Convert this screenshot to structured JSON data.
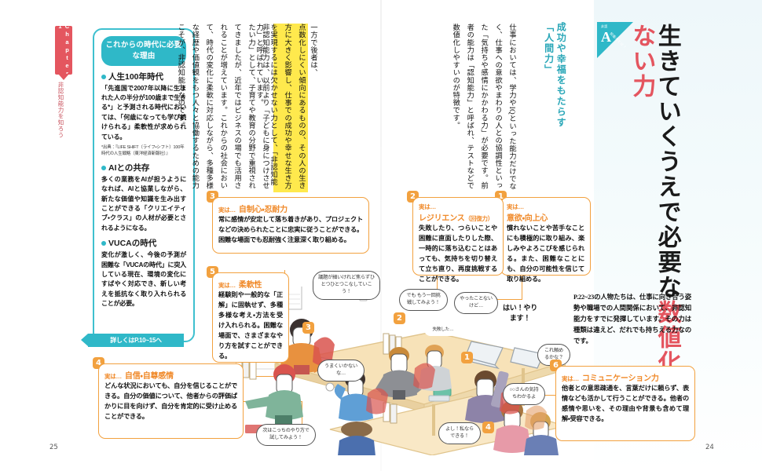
{
  "spread": {
    "left_page_number": "25",
    "right_page_number": "24"
  },
  "chapter_tab": {
    "label": "Chapter 1",
    "subtitle": "非認知能力を知ろう"
  },
  "headline": {
    "badge_letter": "A",
    "badge_top_label": "非認",
    "badge_side_label": "知能力とは？",
    "subtitle_line1": "成功や幸福をもたらす",
    "subtitle_line2": "「人間力」",
    "main_black_1": "生きていくうえで必要な",
    "main_red": "数値化できない力"
  },
  "body_text": {
    "col1": "仕事においては、学力やIQといった能力だけでなく、仕事への意欲やまわりの人との協調性といった「気持ちや感情にかかわる力」が必要です。前者の能力は「認知能力」と呼ばれ、テストなどで数値化しやすいのが特徴です。",
    "col2_plain": "一方で後者は、",
    "col2_hl": "点数化しにくい傾向にあるものの、その人の生き方に大きく影響し、仕事での成功や幸せな生き方を実現するには欠かせない力として、「非認知能力」と呼ばれています。",
    "col3": "非認知能力は、以前より「子どもに身につけさせたい力」として、子育てや教育の分野で重視されてきましたが、近年ではビジネスの場でも活用されることが増えています。これからの社会において、時代の変化に柔軟に対応しながら、多種多様な経歴や価値観をもつ人々と協働するための能力こそが、非認知能力なのです。"
  },
  "blue_box": {
    "header": "これからの時代に必要な理由",
    "items": [
      {
        "title": "人生100年時代",
        "body": "「先進国で2007年以降に生まれた人の半分が100歳まで生きる*」と予測される時代においては、「何歳になっても学び続けられる」柔軟性が求められている。",
        "note": "*出典：『LIFE SHIFT（ライフ・シフト）100年時代の人生戦略（東洋経済新報社）』"
      },
      {
        "title": "AIとの共存",
        "body": "多くの業務をAIが担うようになれば、AIと協業しながら、新たな価値や知識を生み出すことができる「クリエイティブ・クラス」の人材が必要とされるようになる。",
        "note": ""
      },
      {
        "title": "VUCAの時代",
        "body": "変化が激しく、今後の予測が困難な「VUCAの時代」に突入している現在、環境の変化にすばやく対応でき、新しい考えを抵抗なく取り入れられることが必要。",
        "note": ""
      }
    ],
    "more_link": "詳しくはP.10~15へ"
  },
  "lead_right": "P.22~23の人物たちは、仕事に向き合う姿勢や職場での人間関係において、非認知能力をすでに発揮しています。その力は種類は違えど、だれでも持ちえる力なのです。",
  "cards": [
    {
      "num": "1",
      "kicker": "実は…",
      "title": "意欲・向上心",
      "subtitle": "",
      "body": "慣れないことや苦手なことにも積極的に取り組み、楽しみやよろこびを感じられる。また、困難なことにも、自分の可能性を信じて取り組める。"
    },
    {
      "num": "2",
      "kicker": "実は…",
      "title": "レジリエンス",
      "subtitle": "（回復力）",
      "body": "失敗したり、つらいことや困難に直面したりした際、一時的に落ち込むことはあっても、気持ちを切り替えて立ち直り、再度挑戦することができる。"
    },
    {
      "num": "3",
      "kicker": "実は…",
      "title": "自制心・忍耐力",
      "subtitle": "",
      "body": "常に感情が安定して落ち着きがあり、プロジェクトなどの決められたことに忠実に従うことができる。困難な場面でも忍耐強く注意深く取り組める。"
    },
    {
      "num": "4",
      "kicker": "実は…",
      "title": "自信・自尊感情",
      "subtitle": "",
      "body": "どんな状況においても、自分を信じることができる。自分の価値について、他者からの評価ばかりに目を向けず、自分を肯定的に受け止めることができる。"
    },
    {
      "num": "5",
      "kicker": "実は…",
      "title": "柔軟性",
      "subtitle": "",
      "body": "経験則や一般的な「正解」に固執せず、多種多様な考え・方法を受け入れられる。困難な場面で、さまざまなやり方を試すことができる。"
    },
    {
      "num": "6",
      "kicker": "実は…",
      "title": "コミュニケーション力",
      "subtitle": "",
      "body": "他者との意思疎通を、言葉だけに頼らず、表情なども活かして行うことができる。他者の感情や思いを、その理由や背景も含めて理解・受容できる。"
    }
  ],
  "speech_bubbles": [
    {
      "id": "b3",
      "text": "議題が細いけれど焦らずひとつひとつこなしていこう！"
    },
    {
      "id": "b2",
      "text": "でも もう一回挑戦してみよう！"
    },
    {
      "id": "b2b",
      "text": "失敗した…"
    },
    {
      "id": "b1",
      "text": "やったことないけど…"
    },
    {
      "id": "b1b",
      "text": "はい！やります！"
    },
    {
      "id": "b1c",
      "text": "これ頼めるかな？"
    },
    {
      "id": "b5",
      "text": "うまくいかないな…"
    },
    {
      "id": "b5b",
      "text": "次はこっちのやり方で試してみよう！"
    },
    {
      "id": "b4",
      "text": "よし！私ならできる！"
    },
    {
      "id": "b6",
      "text": "○○さんの気持ちわかるよ"
    }
  ],
  "colors": {
    "teal": "#2fb8c8",
    "orange": "#f2a13f",
    "red": "#e4555f",
    "highlight": "#ffe94d"
  }
}
